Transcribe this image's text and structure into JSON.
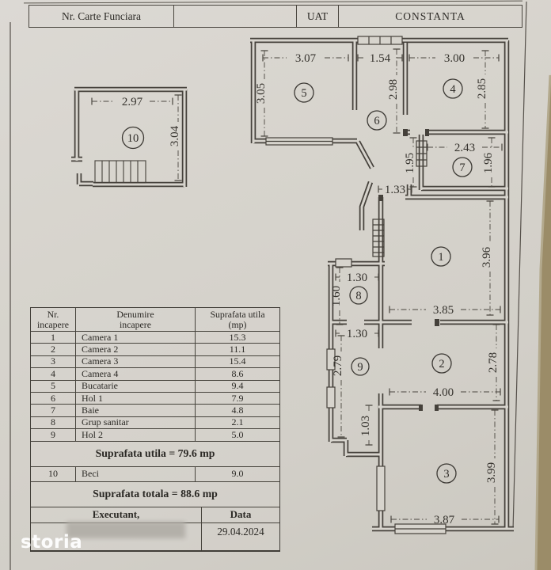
{
  "header": {
    "nr_carte_funciara_label": "Nr. Carte Funciara",
    "uat_label": "UAT",
    "uat_value": "CONSTANTA"
  },
  "plan": {
    "room_labels": {
      "r1": "1",
      "r2": "2",
      "r3": "3",
      "r4": "4",
      "r5": "5",
      "r6": "6",
      "r7": "7",
      "r8": "8",
      "r9": "9",
      "r10": "10"
    },
    "dims": {
      "room5_w": "3.07",
      "room5_h": "3.05",
      "hall_top_w": "1.54",
      "hall_h": "2.98",
      "room4_w": "3.00",
      "room4_h": "2.85",
      "room7_w": "2.43",
      "room7_h_left": "1.95",
      "room7_h_right": "1.96",
      "entry_w": "1.33",
      "room1_h": "3.96",
      "room1_w": "3.85",
      "room8_w": "1.30",
      "room8_h": "1.60",
      "corridor_w": "1.30",
      "room9_h": "2.79",
      "passage_h": "1.03",
      "room2_h": "2.78",
      "room2_w": "4.00",
      "room3_h": "3.99",
      "room3_w": "3.87",
      "room10_w": "2.97",
      "room10_h": "3.04"
    }
  },
  "rooms_table": {
    "headers": {
      "nr": "Nr.\nincapere",
      "name": "Denumire\nincapere",
      "area": "Suprafata utila\n(mp)"
    },
    "rows": [
      {
        "nr": "1",
        "name": "Camera 1",
        "area": "15.3"
      },
      {
        "nr": "2",
        "name": "Camera 2",
        "area": "11.1"
      },
      {
        "nr": "3",
        "name": "Camera 3",
        "area": "15.4"
      },
      {
        "nr": "4",
        "name": "Camera 4",
        "area": "8.6"
      },
      {
        "nr": "5",
        "name": "Bucatarie",
        "area": "9.4"
      },
      {
        "nr": "6",
        "name": "Hol 1",
        "area": "7.9"
      },
      {
        "nr": "7",
        "name": "Baie",
        "area": "4.8"
      },
      {
        "nr": "8",
        "name": "Grup sanitar",
        "area": "2.1"
      },
      {
        "nr": "9",
        "name": "Hol 2",
        "area": "5.0"
      }
    ],
    "subtotal_text": "Suprafata utila = 79.6 mp",
    "basement_row": {
      "nr": "10",
      "name": "Beci",
      "area": "9.0"
    },
    "total_text": "Suprafata totala = 88.6 mp"
  },
  "signature": {
    "executant_label": "Executant,",
    "date_label": "Data",
    "date_value": "29.04.2024"
  },
  "watermark": {
    "text": "storia"
  },
  "colors": {
    "paper": "#d6d3cc",
    "ink": "#403d37",
    "table_surface": "#9b8c68",
    "watermark_white": "#ffffff"
  }
}
